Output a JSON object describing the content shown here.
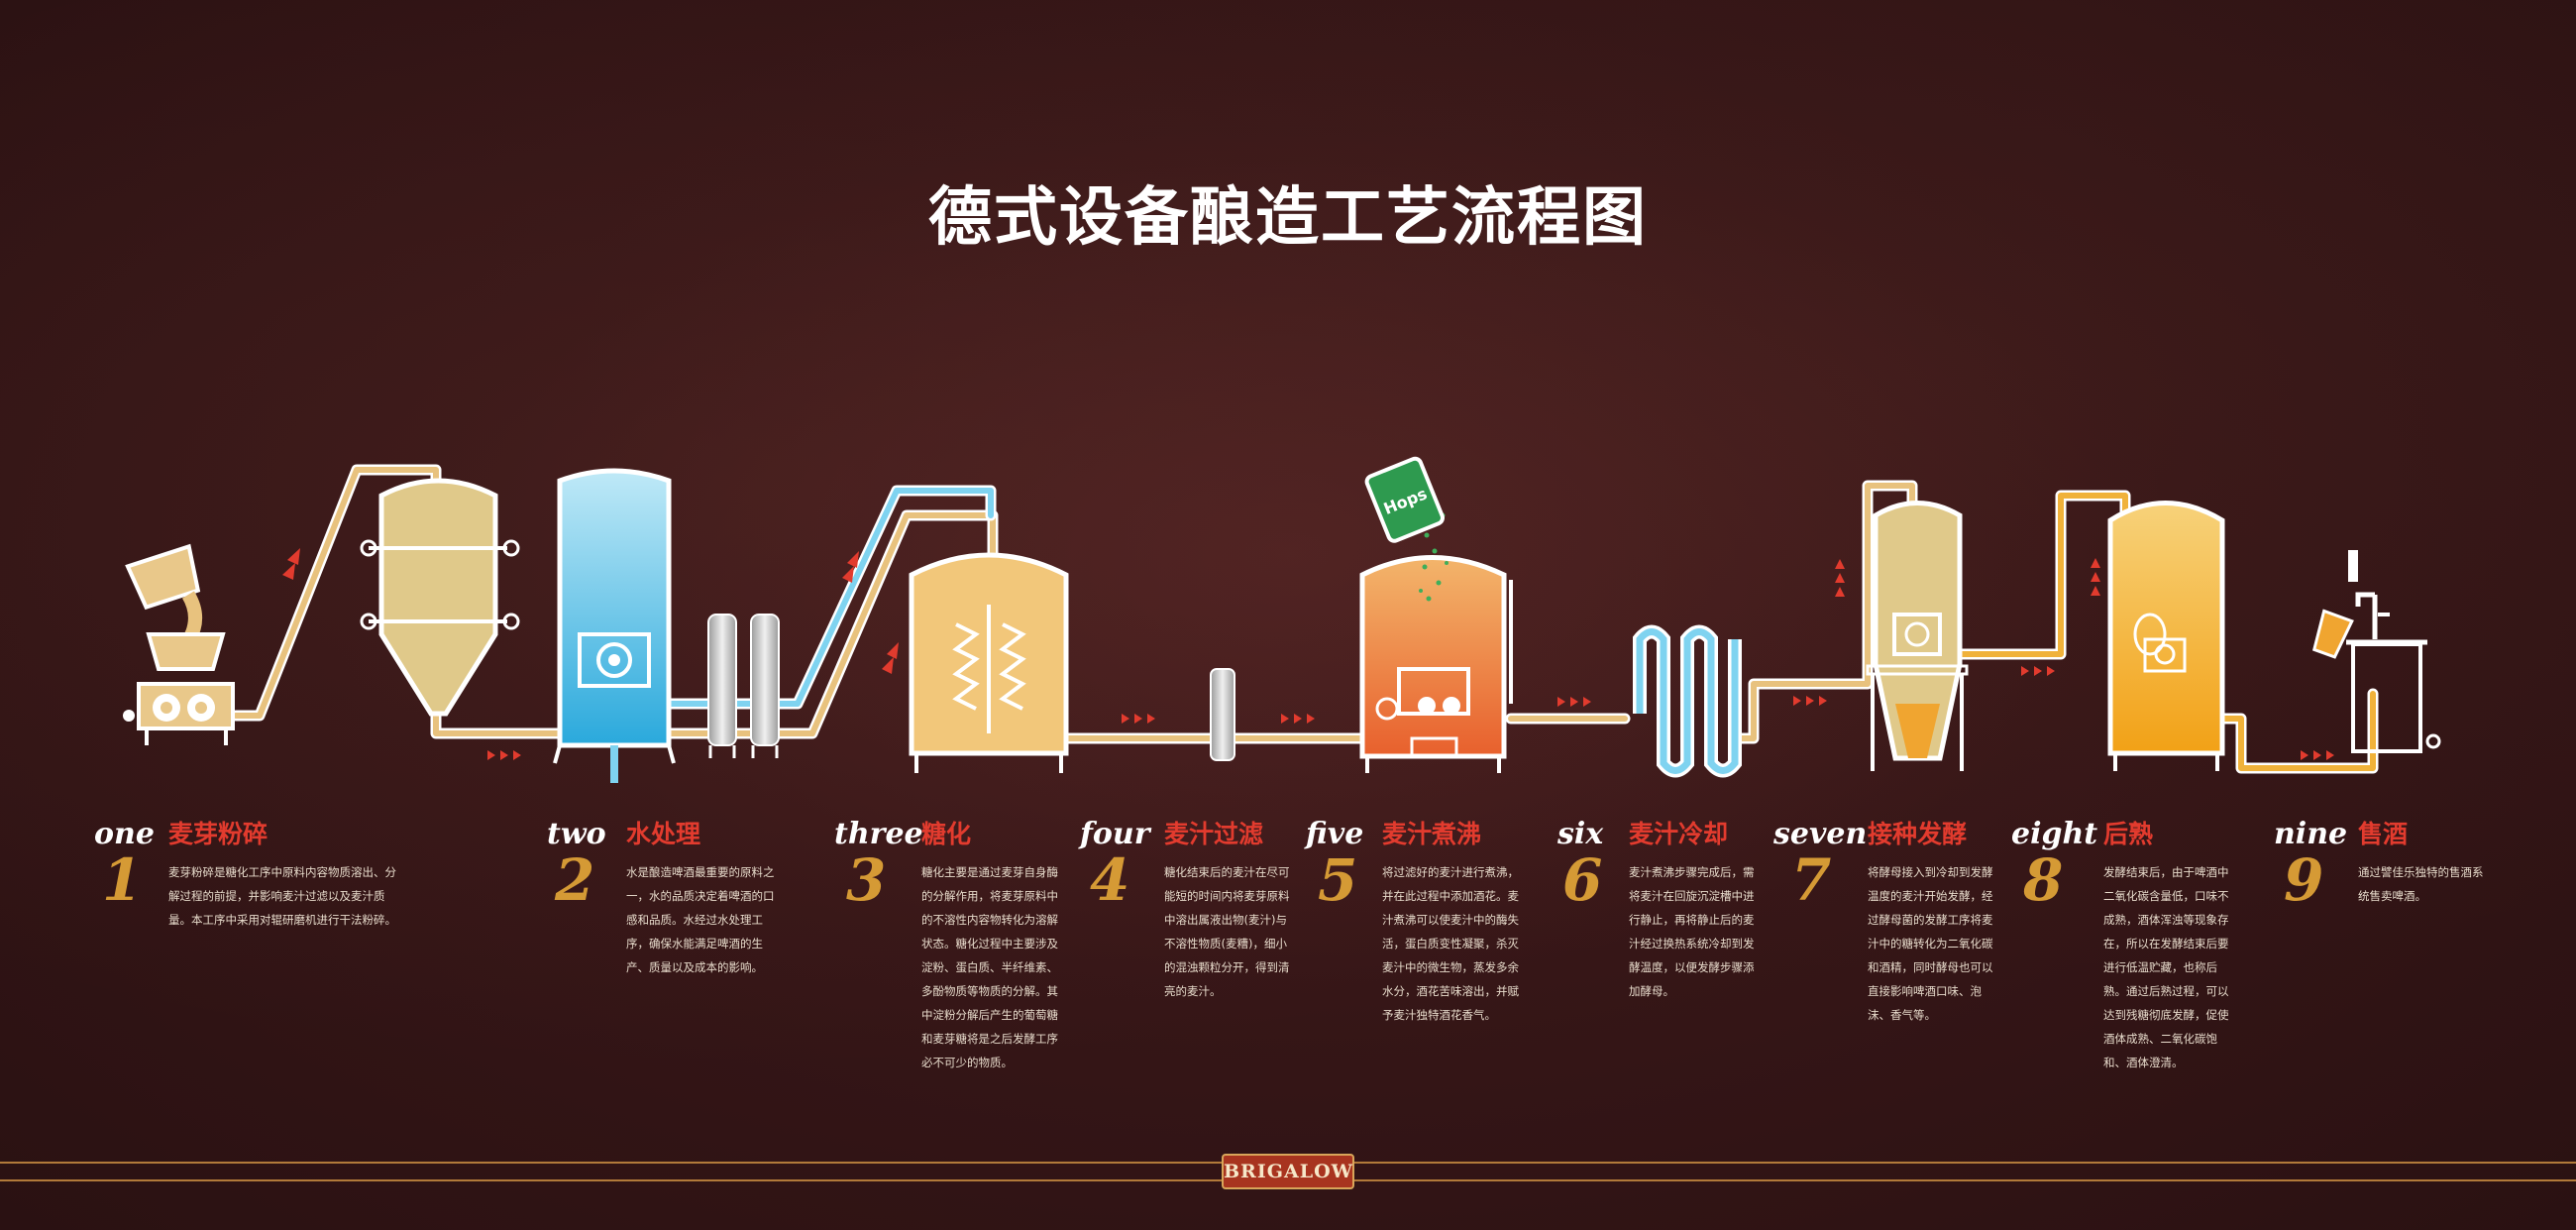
{
  "title": "德式设备酿造工艺流程图",
  "hops_label": "Hops",
  "brand": "BRIGALOW",
  "steps": [
    {
      "word": "one",
      "num": "1",
      "title": "麦芽粉碎",
      "desc": "麦芽粉碎是糖化工序中原料内容物质溶出、分解过程的前提，并影响麦汁过滤以及麦汁质量。本工序中采用对辊研磨机进行干法粉碎。"
    },
    {
      "word": "two",
      "num": "2",
      "title": "水处理",
      "desc": "水是酿造啤酒最重要的原料之一，水的品质决定着啤酒的口感和品质。水经过水处理工序，确保水能满足啤酒的生产、质量以及成本的影响。"
    },
    {
      "word": "three",
      "num": "3",
      "title": "糖化",
      "desc": "糖化主要是通过麦芽自身酶的分解作用，将麦芽原料中的不溶性内容物转化为溶解状态。糖化过程中主要涉及淀粉、蛋白质、半纤维素、多酚物质等物质的分解。其中淀粉分解后产生的葡萄糖和麦芽糖将是之后发酵工序必不可少的物质。"
    },
    {
      "word": "four",
      "num": "4",
      "title": "麦汁过滤",
      "desc": "糖化结束后的麦汁在尽可能短的时间内将麦芽原料中溶出属液出物(麦汁)与不溶性物质(麦糟)，细小的混浊颗粒分开，得到清亮的麦汁。"
    },
    {
      "word": "five",
      "num": "5",
      "title": "麦汁煮沸",
      "desc": "将过滤好的麦汁进行煮沸，并在此过程中添加酒花。麦汁煮沸可以使麦汁中的酶失活，蛋白质变性凝聚，杀灭麦汁中的微生物，蒸发多余水分，酒花苦味溶出，并赋予麦汁独特酒花香气。"
    },
    {
      "word": "six",
      "num": "6",
      "title": "麦汁冷却",
      "desc": "麦汁煮沸步骤完成后，需将麦汁在回旋沉淀槽中进行静止，再将静止后的麦汁经过换热系统冷却到发酵温度，以便发酵步骤添加酵母。"
    },
    {
      "word": "seven",
      "num": "7",
      "title": "接种发酵",
      "desc": "将酵母接入到冷却到发酵温度的麦汁开始发酵，经过酵母菌的发酵工序将麦汁中的糖转化为二氧化碳和酒精，同时酵母也可以直接影响啤酒口味、泡沫、香气等。"
    },
    {
      "word": "eight",
      "num": "8",
      "title": "后熟",
      "desc": "发酵结束后，由于啤酒中二氧化碳含量低，口味不成熟，酒体浑浊等现象存在，所以在发酵结束后要进行低温贮藏，也称后熟。通过后熟过程，可以达到残糖彻底发酵，促使酒体成熟、二氧化碳饱和、酒体澄清。"
    },
    {
      "word": "nine",
      "num": "9",
      "title": "售酒",
      "desc": "通过譬佳乐独特的售酒系统售卖啤酒。"
    }
  ]
}
